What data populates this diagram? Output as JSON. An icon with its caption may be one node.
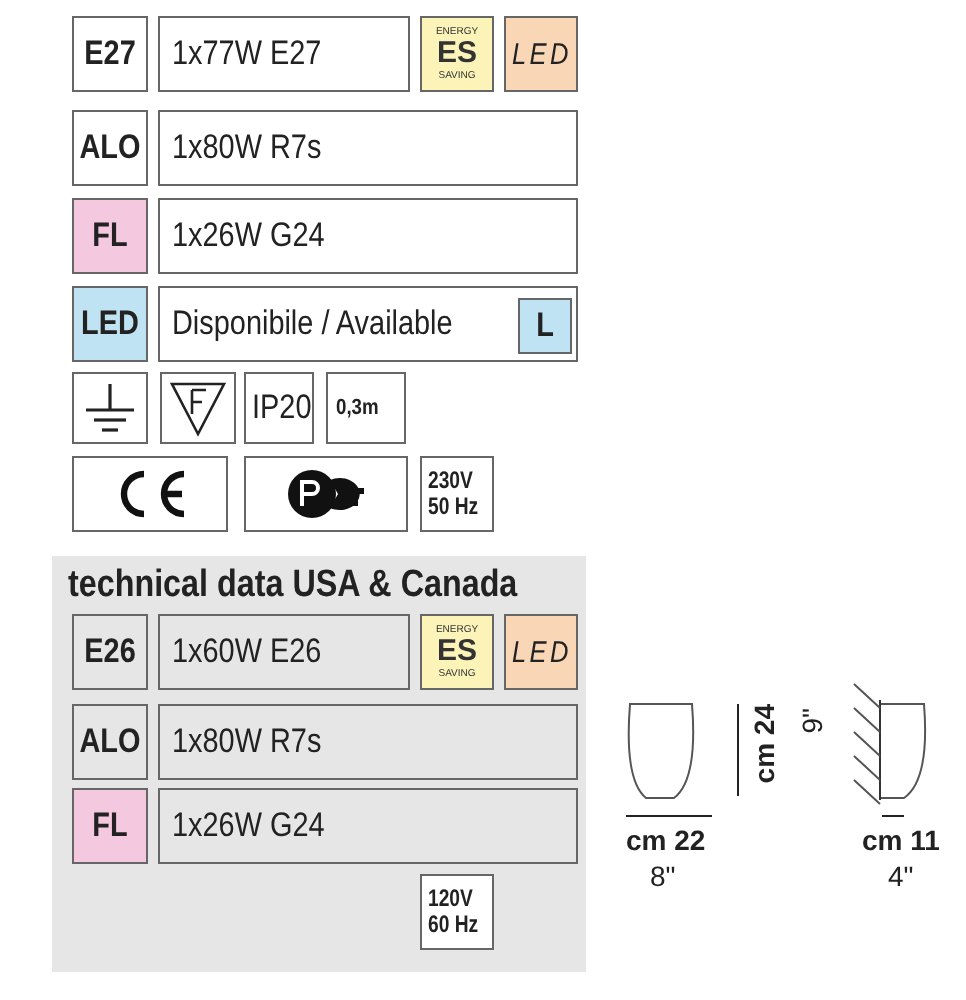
{
  "diagram": {
    "nodes": [
      {
        "text": [
          "E27"
        ]
      },
      {
        "text": [
          "1x77W E27"
        ]
      },
      {
        "text": [
          "ENERGY",
          "ES",
          "SAVING"
        ]
      },
      {
        "text": [
          "LED"
        ]
      },
      {
        "text": [
          "ALO"
        ]
      },
      {
        "text": [
          "1x80W R7s"
        ]
      },
      {
        "text": [
          "FL"
        ]
      },
      {
        "text": [
          "1x26W G24"
        ]
      },
      {
        "text": [
          "LED"
        ]
      },
      {
        "text": [
          "Disponibile / Available"
        ]
      },
      {
        "text": [
          "L"
        ],
        "in": 9
      },
      {
        "text": [],
        "shape": "box"
      },
      {
        "text": [],
        "shape": "box"
      },
      {
        "text": [
          "IP20"
        ]
      },
      {
        "text": [
          "0,3m"
        ]
      },
      {
        "text": [],
        "shape": "box"
      },
      {
        "text": [],
        "shape": "box"
      },
      {
        "text": [
          "230V 50 Hz"
        ]
      },
      {
        "text": [
          "technical data USA & Canada"
        ]
      },
      {
        "text": [
          "E26"
        ],
        "in": 18
      },
      {
        "text": [
          "1x60W E26"
        ],
        "in": 18
      },
      {
        "text": [
          "ENERGY",
          "ES",
          "SAVING"
        ],
        "in": 18
      },
      {
        "text": [
          "LED"
        ],
        "in": 18
      },
      {
        "text": [
          "ALO"
        ],
        "in": 18
      },
      {
        "text": [
          "1x80W R7s"
        ],
        "in": 18
      },
      {
        "text": [
          "FL"
        ],
        "in": 18
      },
      {
        "text": [
          "1x26W G24"
        ],
        "in": 18
      },
      {
        "text": [
          "120V 60 Hz"
        ],
        "in": 18
      }
    ],
    "labels": [
      "cm 24",
      "9\"",
      "cm 22",
      "8\"",
      "cm 11",
      "4\""
    ]
  }
}
